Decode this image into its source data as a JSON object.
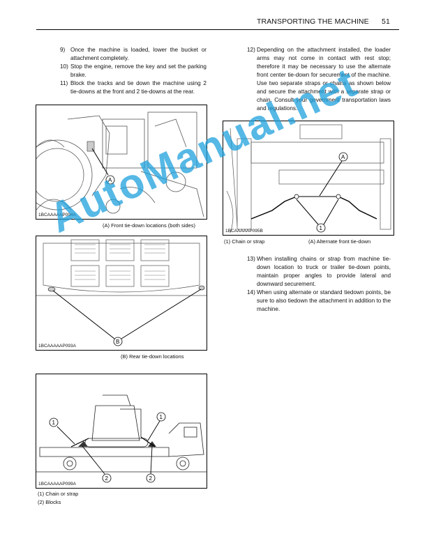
{
  "header": {
    "title": "TRANSPORTING THE MACHINE",
    "page_number": "51"
  },
  "left_steps": [
    {
      "num": "9)",
      "text": "Once the machine is loaded, lower the bucket or attachment completely."
    },
    {
      "num": "10)",
      "text": "Stop the engine, remove the key and set the parking brake."
    },
    {
      "num": "11)",
      "text": "Block the tracks and tie down the machine using 2 tie-downs at the front and 2 tie-downs at the rear."
    }
  ],
  "right_steps": [
    {
      "num": "12)",
      "text": "Depending on the attachment installed, the loader arms may not come in contact with rest stop; therefore it may be necessary to use the alternate front center tie-down for securement of the machine. Use two separate straps or chains as shown below and secure the attachment with a separate strap or chain. Consult your government transportation laws and regulations."
    },
    {
      "num": "13)",
      "text": "When installing chains or strap from machine tie-down location to truck or trailer tie-down points, maintain proper angles to provide lateral and downward securement."
    },
    {
      "num": "14)",
      "text": "When using alternate or standard tiedown points, be sure to also tiedown the attachment in addition to the machine."
    }
  ],
  "figures": {
    "fig1": {
      "code": "1BCAAAAAP094A",
      "callout": "A",
      "caption": "(A) Front tie-down locations (both sides)"
    },
    "fig2": {
      "code": "1BCAAAAAP093A",
      "callout": "B",
      "caption": "(B) Rear tie-down locations"
    },
    "fig3": {
      "code": "1BCAAAAAP095B",
      "callout_a": "A",
      "callout_1": "1",
      "caption_1": "(1) Chain or strap",
      "caption_2": "(A) Alternate front tie-down"
    },
    "fig4": {
      "code": "1BCAAAAAP099A",
      "callout_1": "1",
      "callout_2": "2",
      "caption_1": "(1) Chain or strap",
      "caption_2": "(2) Blocks"
    }
  },
  "watermark": "AutoManual.net",
  "colors": {
    "watermark": "#1ea0dc"
  }
}
